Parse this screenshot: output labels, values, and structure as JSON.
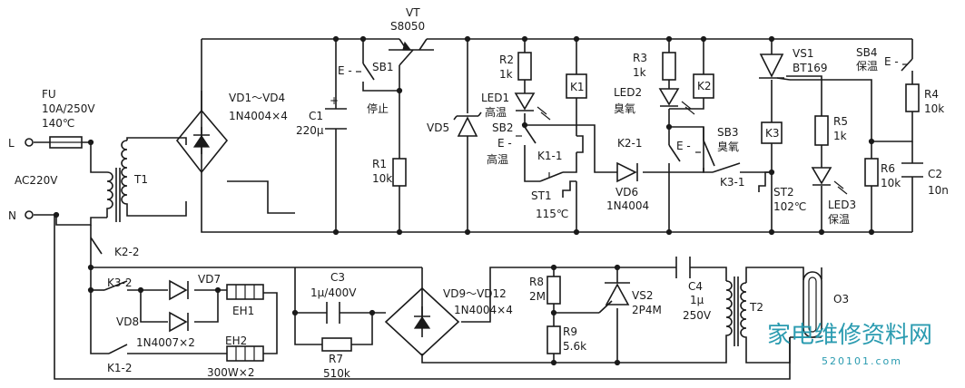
{
  "labels": {
    "vt": "VT",
    "vt_part": "S8050",
    "sb1": "SB1",
    "stop": "停止",
    "e1": "E -",
    "fu": "FU",
    "fu_rating": "10A/250V",
    "fu_temp": "140℃",
    "l": "L",
    "n": "N",
    "ac": "AC220V",
    "t1": "T1",
    "vd1_4": "VD1～VD4",
    "vd1_4_part": "1N4004×4",
    "c1": "C1",
    "c1_val": "220μ",
    "r1": "R1",
    "r1_val": "10k",
    "vd5": "VD5",
    "r2": "R2",
    "r2_val": "1k",
    "led1": "LED1",
    "led1_txt": "高温",
    "sb2": "SB2",
    "e2": "E -",
    "sb2_txt": "高温",
    "k1_coil": "K1",
    "k1_1": "K1-1",
    "st1": "ST1",
    "st1_temp": "115℃",
    "r3": "R3",
    "r3_val": "1k",
    "led2": "LED2",
    "led2_txt": "臭氧",
    "k2_coil": "K2",
    "k2_1": "K2-1",
    "vd6": "VD6",
    "vd6_part": "1N4004",
    "sb3": "SB3",
    "e3": "E -",
    "sb3_txt": "臭氧",
    "vs1": "VS1",
    "vs1_part": "BT169",
    "k3_coil": "K3",
    "k3_1": "K3-1",
    "st2": "ST2",
    "st2_temp": "102℃",
    "r5": "R5",
    "r5_val": "1k",
    "led3": "LED3",
    "led3_txt": "保温",
    "sb4": "SB4",
    "sb4_txt": "保温",
    "e4": "E -",
    "r4": "R4",
    "r4_val": "10k",
    "r6": "R6",
    "r6_val": "10k",
    "c2": "C2",
    "c2_val": "10n",
    "k2_2": "K2-2",
    "k3_2": "K3-2",
    "k1_2": "K1-2",
    "vd7": "VD7",
    "vd8": "VD8",
    "vd78_part": "1N4007×2",
    "eh1": "EH1",
    "eh2": "EH2",
    "eh_part": "300W×2",
    "c3": "C3",
    "c3_val": "1μ/400V",
    "r7": "R7",
    "r7_val": "510k",
    "vd9_12": "VD9～VD12",
    "vd9_12_part": "1N4004×4",
    "r8": "R8",
    "r8_val": "2M",
    "r9": "R9",
    "r9_val": "5.6k",
    "vs2": "VS2",
    "vs2_part": "2P4M",
    "c4": "C4",
    "c4_val": "1μ",
    "c4_volt": "250V",
    "t2": "T2",
    "o3": "O3",
    "plus": "+"
  },
  "watermark": {
    "text": "家电维修资料网",
    "url": "520101.com"
  }
}
